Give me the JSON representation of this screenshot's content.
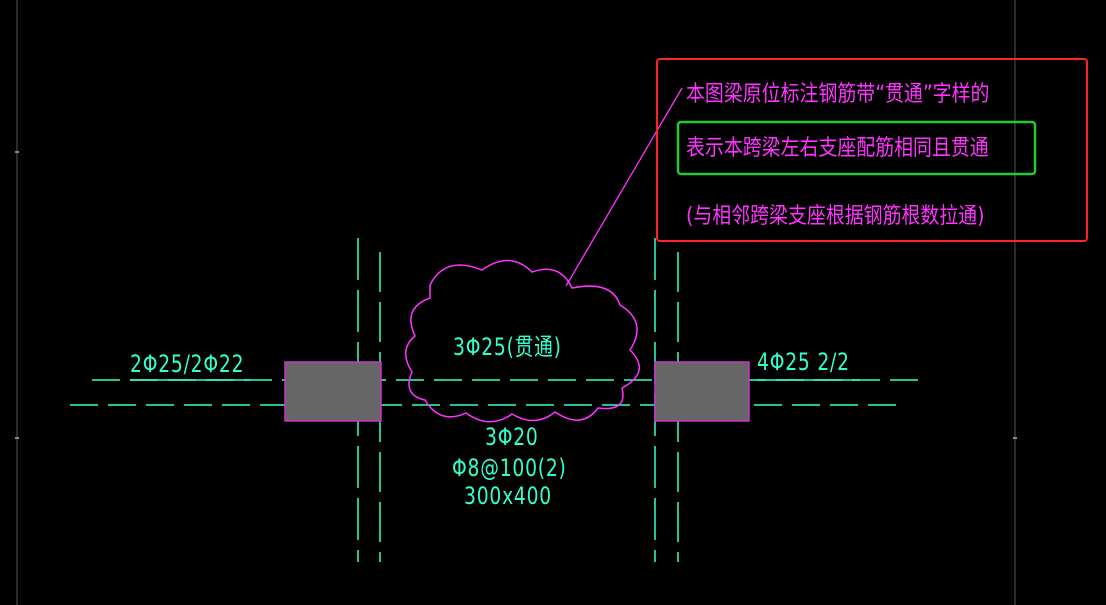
{
  "colors": {
    "background": "#000000",
    "cyan": "#33ffcc",
    "magenta": "#ff33ff",
    "column_fill": "#666666",
    "red_box": "#ff2222",
    "green_box": "#22cc33",
    "border_grey": "#555555"
  },
  "labels": {
    "left_support": "2Φ25/2Φ22",
    "right_support": "4Φ25 2/2",
    "cloud_top": "3Φ25(贯通)",
    "bottom_bar": "3Φ20",
    "stirrups": "Φ8@100(2)",
    "section": "300x400"
  },
  "notes": {
    "line1": "本图梁原位标注钢筋带“贯通”字样的",
    "line2": "表示本跨梁左右支座配筋相同且贯通",
    "line3": "(与相邻跨梁支座根据钢筋根数拉通)"
  },
  "icons": {
    "revision_cloud": "revision-cloud-icon",
    "leader_line": "leader-line-icon"
  }
}
